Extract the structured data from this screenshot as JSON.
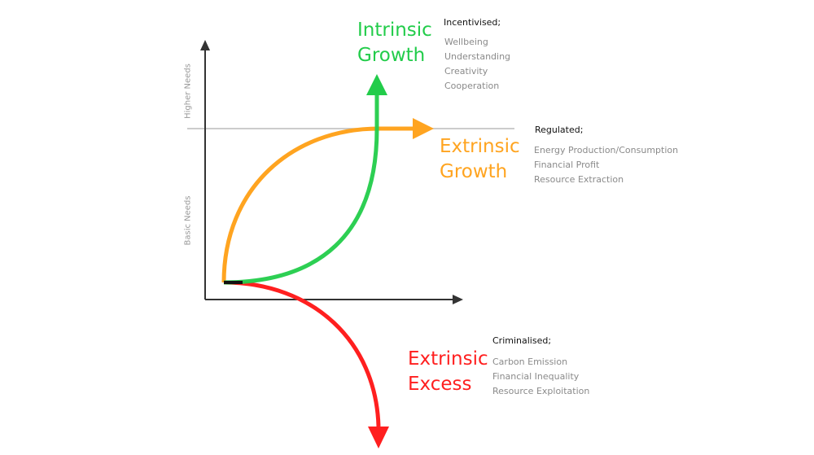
{
  "axes": {
    "y_upper_label": "Higher Needs",
    "y_lower_label": "Basic Needs"
  },
  "colors": {
    "intrinsic": "#22cc4a",
    "extrinsic_growth": "#ffa420",
    "excess": "#ff1f1f",
    "axis": "#333333",
    "threshold": "#bbbbbb"
  },
  "intrinsic": {
    "title_line1": "Intrinsic",
    "title_line2": "Growth",
    "heading": "Incentivised;",
    "items": [
      "Wellbeing",
      "Understanding",
      "Creativity",
      "Cooperation"
    ]
  },
  "extrinsic_growth": {
    "title_line1": "Extrinsic",
    "title_line2": "Growth",
    "heading": "Regulated;",
    "items": [
      "Energy Production/Consumption",
      "Financial Profit",
      "Resource Extraction"
    ]
  },
  "extrinsic_excess": {
    "title_line1": "Extrinsic",
    "title_line2": "Excess",
    "heading": "Criminalised;",
    "items": [
      "Carbon Emission",
      "Financial Inequality",
      "Resource Exploitation"
    ]
  }
}
